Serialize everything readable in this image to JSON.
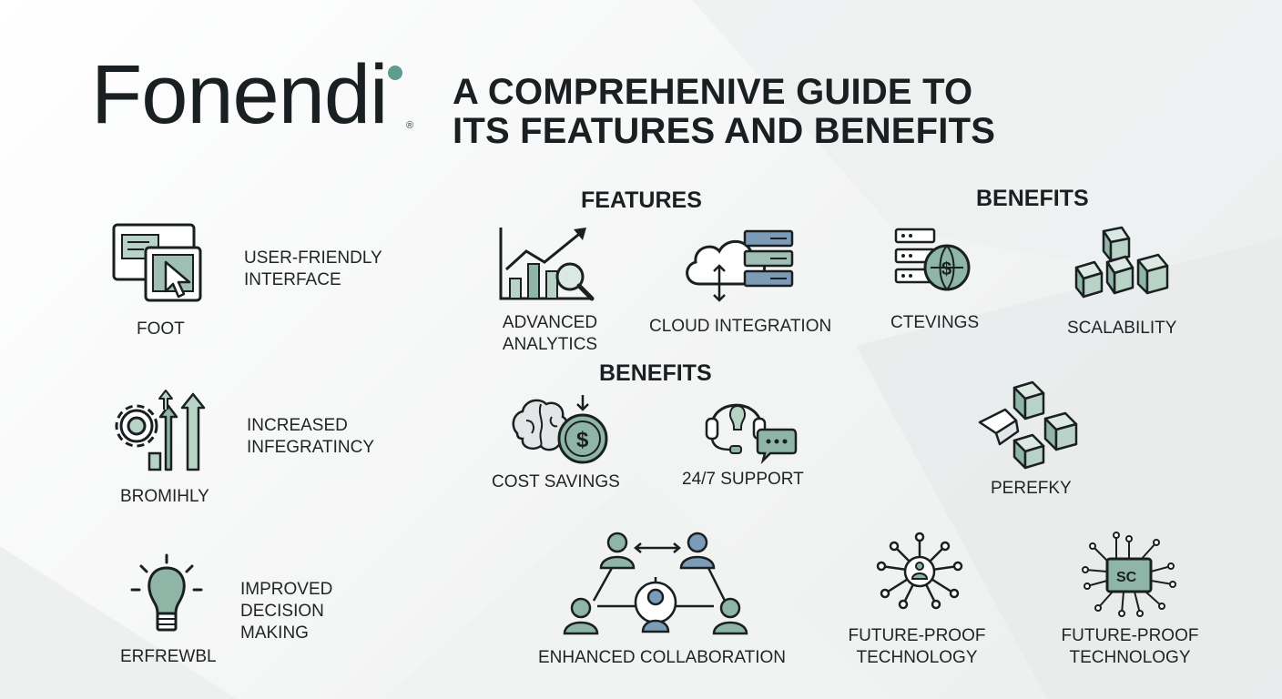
{
  "logo": {
    "name": "Fonendi",
    "mark": "®"
  },
  "title": {
    "line1": "A COMPREHENIVE GUIDE TO",
    "line2": "ITS FEATURES AND BENEFITS"
  },
  "headings": {
    "features": "FEATURES",
    "benefits_top": "BENEFITS",
    "benefits_mid": "BENEFITS"
  },
  "left_column": {
    "item1_label": "USER-FRIENDLY\nINTERFACE",
    "item1_caption": "FOOT",
    "item2_label": "INCREASED\nINFEGRATINCY",
    "item2_caption": "BROMIHLY",
    "item3_label": "IMPROVED\nDECISION\nMAKING",
    "item3_caption": "ERFREWBL"
  },
  "features": {
    "advanced_analytics": "ADVANCED\nANALYTICS",
    "cloud_integration": "CLOUD INTEGRATION"
  },
  "benefits": {
    "ctevings": "CTEVINGS",
    "scalability": "SCALABILITY",
    "cost_savings": "COST SAVINGS",
    "support": "24/7 SUPPORT",
    "perefky": "PEREFKY",
    "future_proof_1": "FUTURE-PROOF\nTECHNOLOGY",
    "future_proof_2": "FUTURE-PROOF\nTECHNOLOGY",
    "chip_text": "SC"
  },
  "collaboration": {
    "label": "ENHANCED COLLABORATION"
  },
  "colors": {
    "teal": "#8fb5a7",
    "blue": "#7c9bb6",
    "ink": "#1a1f21",
    "lightgreen": "#b8d3c6"
  }
}
